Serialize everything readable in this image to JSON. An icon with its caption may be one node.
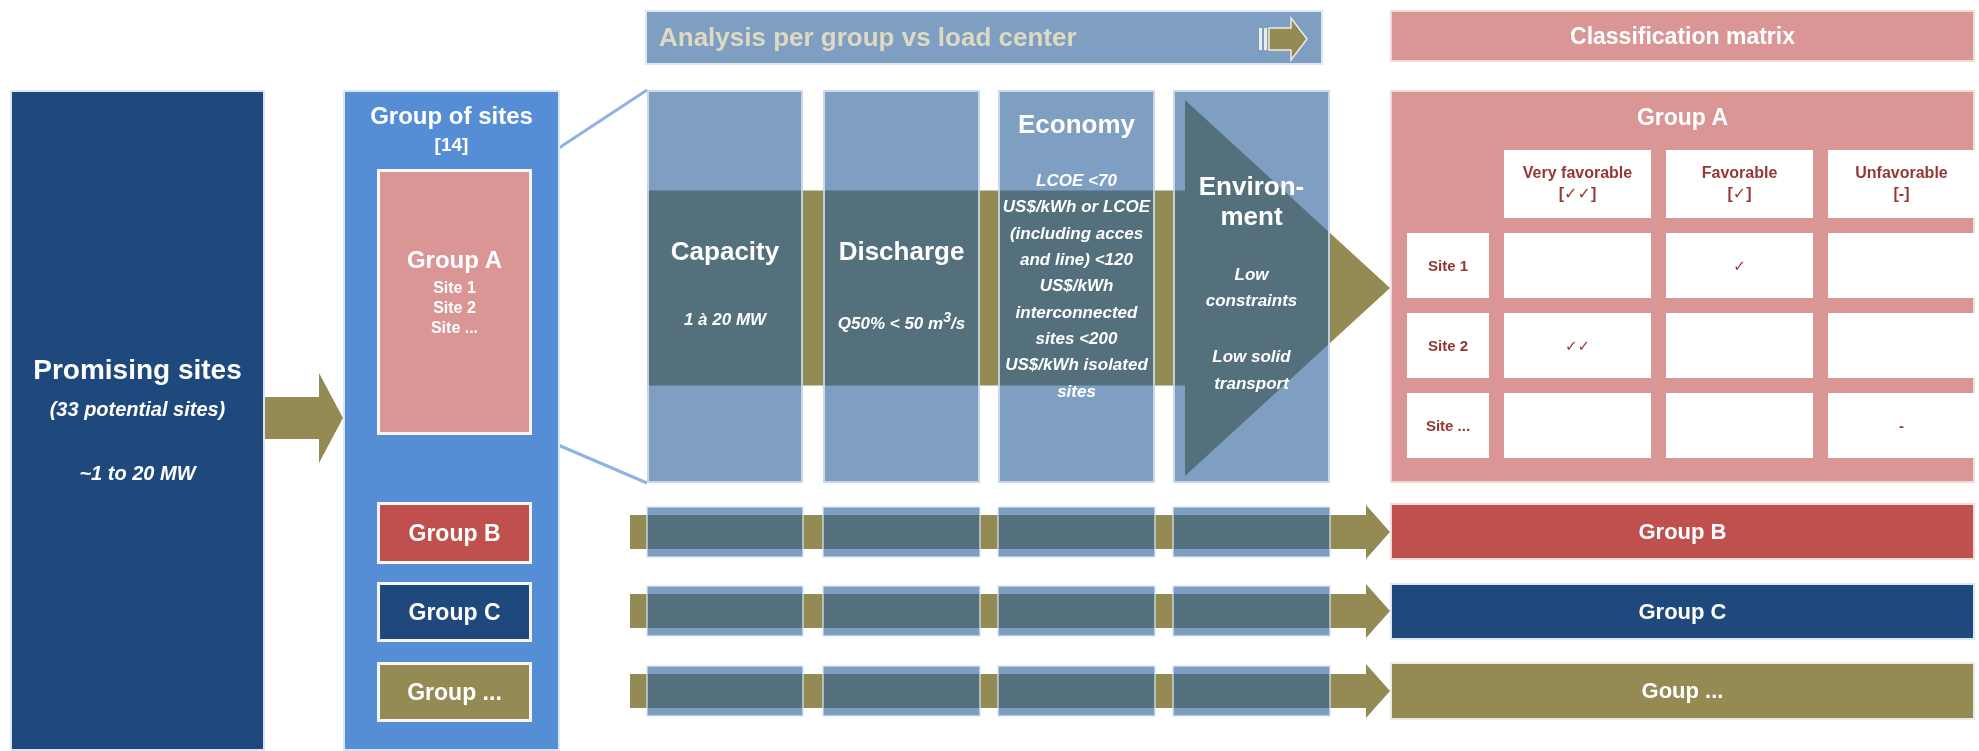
{
  "diagram": {
    "nodes": [
      {
        "text": [
          "Promising sites",
          "(33 potential sites)",
          "~1 to 20 MW"
        ]
      },
      {
        "text": [
          "Group of sites",
          "[14]"
        ]
      },
      {
        "text": [
          "Group A",
          "Site 1",
          "Site 2",
          "Site ..."
        ],
        "in": 1
      },
      {
        "text": [
          "Group B"
        ],
        "in": 1
      },
      {
        "text": [
          "Group C"
        ],
        "in": 1
      },
      {
        "text": [
          "Group ..."
        ],
        "in": 1
      },
      {
        "text": [
          "Analysis per group vs load center"
        ]
      },
      {
        "text": [
          "Capacity",
          "1 à 20 MW"
        ]
      },
      {
        "text": [
          "Discharge",
          "Q50% < 50 m$^{3}$/s"
        ]
      },
      {
        "text": [
          "Economy",
          "LCOE <70 US$/kWh or LCOE (including acces and line) <120 US$/kWh interconnected sites <200 US$/kWh isolated sites"
        ]
      },
      {
        "text": [
          "Environ- ment",
          "Low constraints",
          "Low solid transport"
        ]
      },
      {
        "text": [
          "Classification matrix"
        ]
      },
      {
        "text": [
          "Group A"
        ]
      },
      {
        "text": [
          "Group B"
        ]
      },
      {
        "text": [
          "Group C"
        ]
      },
      {
        "text": [
          "Goup ..."
        ]
      }
    ],
    "edges": [
      {
        "from": 0,
        "to": 1,
        "arrow": "to",
        "style": "thick"
      },
      {
        "from": 2,
        "to": 7,
        "arrow": "none",
        "color": "#8eb4e3"
      },
      {
        "from": 2,
        "to": 7,
        "arrow": "none",
        "color": "#8eb4e3"
      },
      {
        "from": 7,
        "to": 12,
        "arrow": "to",
        "style": "thick"
      },
      {
        "from": null,
        "to": 13,
        "arrow": "to",
        "style": "thick"
      },
      {
        "from": null,
        "to": 14,
        "arrow": "to",
        "style": "thick"
      },
      {
        "from": null,
        "to": 15,
        "arrow": "to",
        "style": "thick"
      }
    ],
    "labels": [
      "Very favorable",
      "[✓✓]",
      "Favorable",
      "[✓]",
      "Unfavorable",
      "[-]",
      "Site 1",
      "✓",
      "Site 2",
      "✓✓",
      "Site ...",
      "-"
    ]
  }
}
